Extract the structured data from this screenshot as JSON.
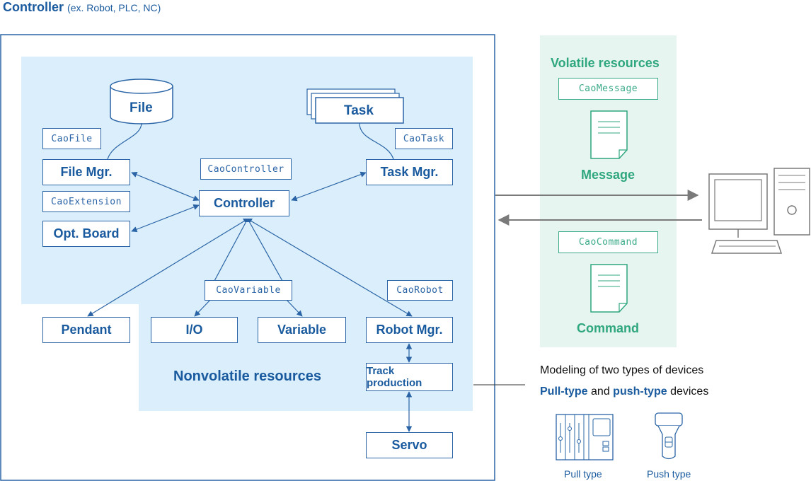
{
  "title": {
    "main": "Controller",
    "sub": "(ex. Robot, PLC, NC)"
  },
  "nodes": {
    "file": "File",
    "task": "Task",
    "file_mgr": "File Mgr.",
    "task_mgr": "Task Mgr.",
    "controller": "Controller",
    "opt_board": "Opt. Board",
    "pendant": "Pendant",
    "io": "I/O",
    "variable": "Variable",
    "robot_mgr": "Robot Mgr.",
    "track_production": "Track production",
    "servo": "Servo",
    "message": "Message",
    "command": "Command"
  },
  "cao_labels": {
    "file": "CaoFile",
    "task": "CaoTask",
    "controller": "CaoController",
    "extension": "CaoExtension",
    "variable": "CaoVariable",
    "robot": "CaoRobot",
    "message": "CaoMessage",
    "command": "CaoCommand"
  },
  "regions": {
    "volatile": "Volatile resources",
    "nonvolatile": "Nonvolatile resources"
  },
  "modeling": {
    "line1": "Modeling of two types of devices",
    "pull": "Pull-type",
    "and": "and",
    "push": "push-type",
    "devices": "devices",
    "pull_caption": "Pull type",
    "push_caption": "Push type"
  },
  "colors": {
    "blue": "#2a64a6",
    "light_blue_bg": "#daeefb",
    "green": "#2fa77e",
    "light_green_bg": "#e6f5ef",
    "gray": "#7a7a7a"
  }
}
